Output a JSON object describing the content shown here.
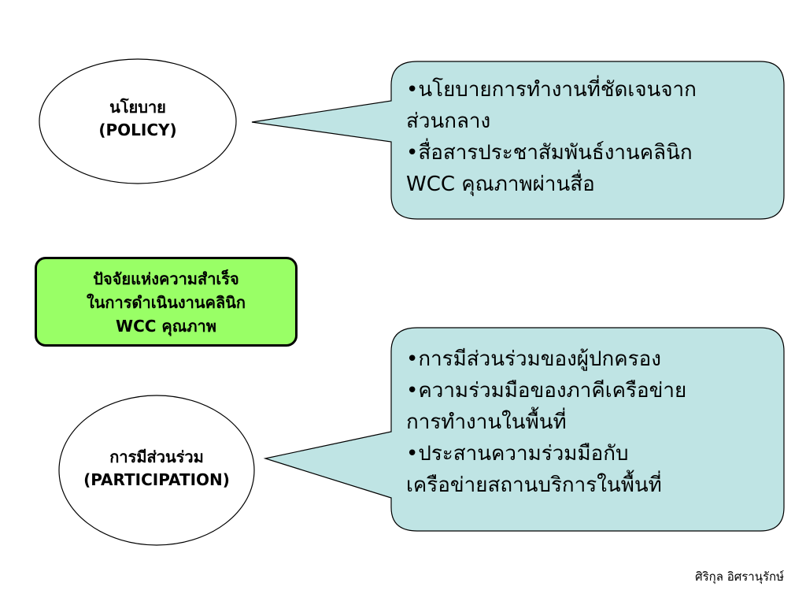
{
  "policy_oval": {
    "line1": "นโยบาย",
    "line2": "(POLICY)"
  },
  "policy_callout": {
    "lines": [
      "•นโยบายการทำงานที่ชัดเจนจาก",
      "ส่วนกลาง",
      "•สื่อสารประชาสัมพันธ์งานคลินิก",
      "WCC คุณภาพผ่านสื่อ"
    ]
  },
  "center_box": {
    "lines": [
      "ปัจจัยแห่งความสำเร็จ",
      "ในการดำเนินงานคลินิก",
      "WCC คุณภาพ"
    ]
  },
  "participation_oval": {
    "line1": "การมีส่วนร่วม",
    "line2": "(PARTICIPATION)"
  },
  "participation_callout": {
    "lines": [
      "•การมีส่วนร่วมของผู้ปกครอง",
      "•ความร่วมมือของภาคีเครือข่าย",
      "การทำงานในพื้นที่",
      "•ประสานความร่วมมือกับ",
      "เครือข่ายสถานบริการในพื้นที่"
    ]
  },
  "author": "ศิริกุล อิศรานุรักษ์",
  "colors": {
    "callout_fill": "#bfe4e4",
    "center_box_fill": "#99ff66",
    "oval_fill": "#ffffff",
    "outline": "#000000"
  }
}
